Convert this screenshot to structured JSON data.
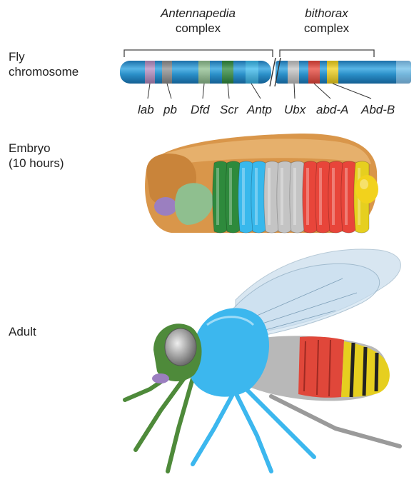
{
  "rows": {
    "chromosome": [
      "Fly",
      "chromosome"
    ],
    "embryo": [
      "Embryo",
      "(10 hours)"
    ],
    "adult": [
      "Adult"
    ]
  },
  "complexes": {
    "antennapedia": {
      "name": "Antennapedia",
      "word": "complex"
    },
    "bithorax": {
      "name": "bithorax",
      "word": "complex"
    }
  },
  "genes": [
    {
      "name": "lab",
      "color": "#b48bc0"
    },
    {
      "name": "pb",
      "color": "#8e8e8e"
    },
    {
      "name": "Dfd",
      "color": "#8fbf8f"
    },
    {
      "name": "Scr",
      "color": "#2e8a3c"
    },
    {
      "name": "Antp",
      "color": "#38b8ec"
    },
    {
      "name": "Ubx",
      "color": "#c4c4c4"
    },
    {
      "name": "abd-A",
      "color": "#e8453a"
    },
    {
      "name": "Abd-B",
      "color": "#f2d21c"
    }
  ],
  "colors": {
    "chromosome": "#2a8fc8",
    "embryo_head": "#d9964a",
    "leg_green": "#4e8a3a",
    "body_blue": "#3cb7ee",
    "abd_gray": "#b8b8b8",
    "abd_red": "#e0473a",
    "abd_yellow": "#e6cf1f",
    "wing": "#b9d3e6"
  }
}
